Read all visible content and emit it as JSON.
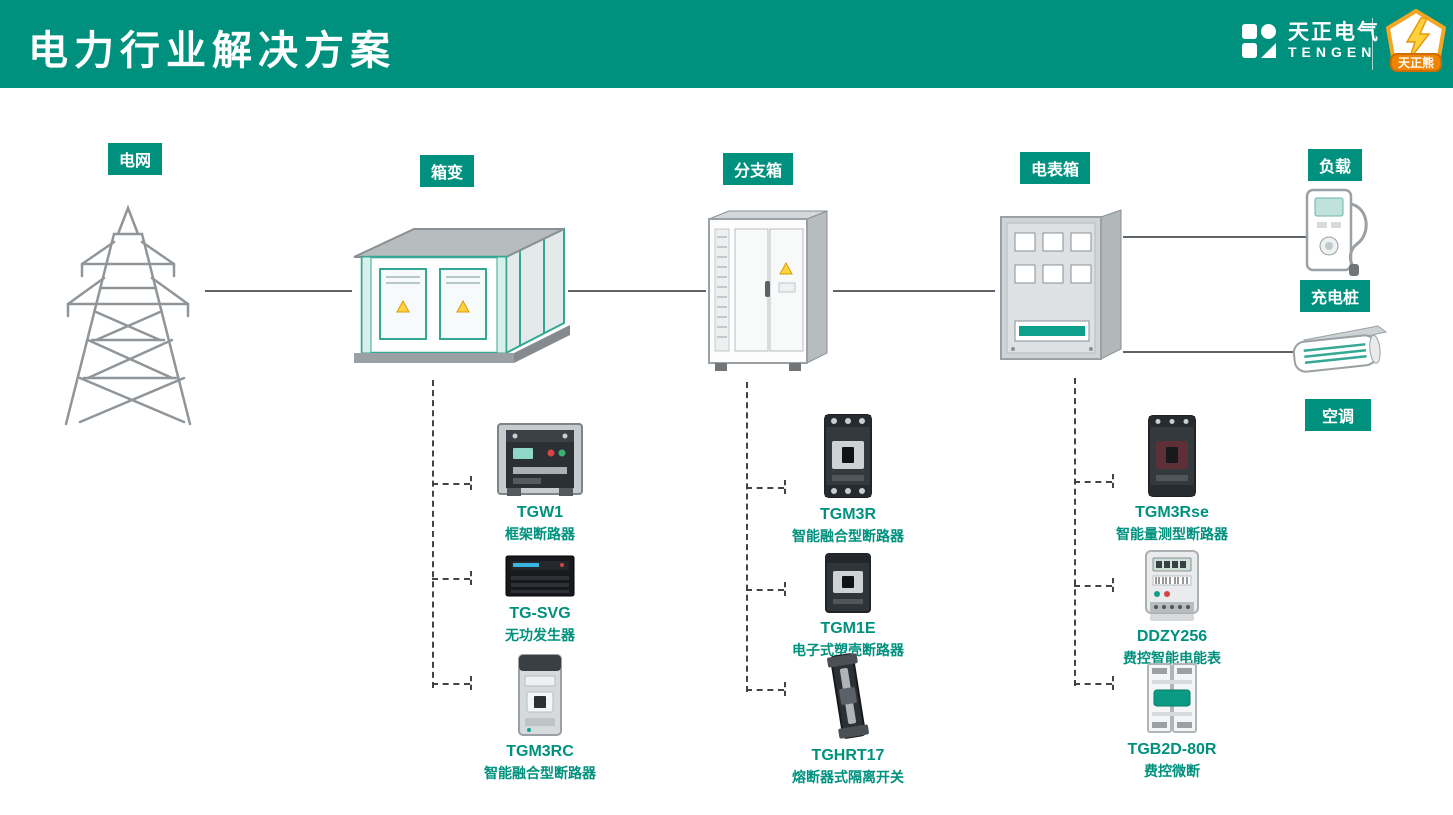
{
  "header": {
    "title": "电力行业解决方案",
    "brand": {
      "cn": "天正电气",
      "en": "TENGEN"
    },
    "mascot": "天正熊"
  },
  "diagram": {
    "labels": {
      "grid": "电网",
      "transformer": "箱变",
      "branch_box": "分支箱",
      "meter_box": "电表箱",
      "load": "负载",
      "charging_pile": "充电桩",
      "air_conditioner": "空调"
    }
  },
  "products": {
    "transformer_column": [
      {
        "model": "TGW1",
        "desc": "框架断路器"
      },
      {
        "model": "TG-SVG",
        "desc": "无功发生器"
      },
      {
        "model": "TGM3RC",
        "desc": "智能融合型断路器"
      }
    ],
    "branch_column": [
      {
        "model": "TGM3R",
        "desc": "智能融合型断路器"
      },
      {
        "model": "TGM1E",
        "desc": "电子式塑壳断路器"
      },
      {
        "model": "TGHRT17",
        "desc": "熔断器式隔离开关"
      }
    ],
    "meter_column": [
      {
        "model": "TGM3Rse",
        "desc": "智能量测型断路器"
      },
      {
        "model": "DDZY256",
        "desc": "费控智能电能表"
      },
      {
        "model": "TGB2D-80R",
        "desc": "费控微断"
      }
    ]
  },
  "colors": {
    "accent": "#00917E",
    "line_solid": "#5f6468",
    "line_dashed": "#3f4447"
  }
}
